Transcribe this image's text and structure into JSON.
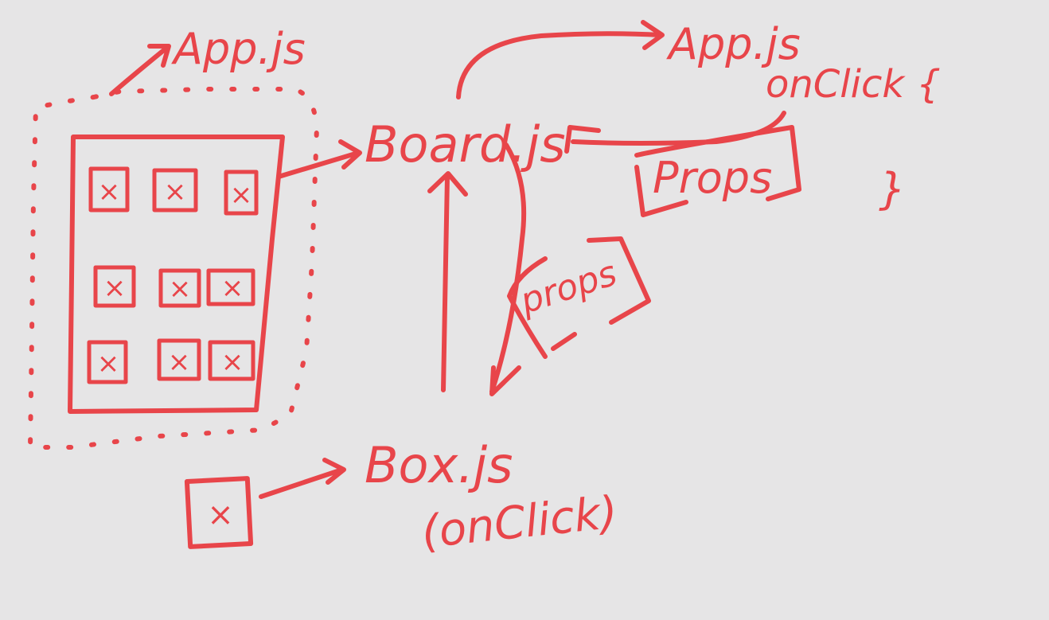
{
  "colors": {
    "background": "#e6e5e6",
    "ink": "#e8454a"
  },
  "labels": {
    "app_top": "App.js",
    "board": "Board.js",
    "app_right": "App.js",
    "onclick_brace": "onClick {",
    "props_top": "Props",
    "closing_brace": "}",
    "props_middle": "props",
    "box": "Box.js",
    "onclick_paren": "(onClick)"
  },
  "grid": {
    "cell_symbol": "×"
  }
}
